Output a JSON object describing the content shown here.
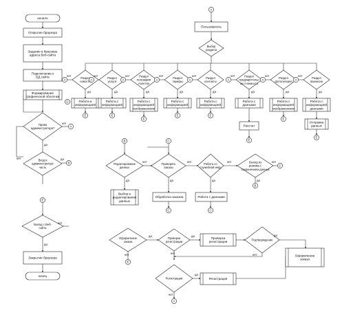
{
  "nodes": {
    "start": [
      "начало"
    ],
    "open_browser": [
      "Открытие браузера"
    ],
    "enter_address": [
      "Задание в браузере",
      "адреса Веб-сайта"
    ],
    "connect_db": [
      "Подключение к",
      "БД сайта"
    ],
    "form_graphics": [
      "Формирование",
      "графической оболочки"
    ],
    "admin_check": [
      "Права",
      "администратора?"
    ],
    "admin_part": [
      "Вход в",
      "администраторс",
      "часть"
    ],
    "user": [
      "Пользователь"
    ],
    "choose_section": [
      "Выбор",
      "раздела"
    ],
    "sec_news": [
      "Раздел",
      "новости"
    ],
    "sec_services": [
      "Раздел",
      "услуги"
    ],
    "sec_geo": [
      "Раздел",
      "география",
      "полетов"
    ],
    "sec_rates": [
      "Раздел",
      "тарифы"
    ],
    "sec_contacts": [
      "Раздел",
      "контакты"
    ],
    "sec_cost": [
      "Раздел",
      "предварительн",
      "ая стоимость"
    ],
    "sec_photo": [
      "Раздел",
      "фотогалерея"
    ],
    "sec_jobs": [
      "Раздел",
      "вакансии"
    ],
    "work_news": [
      "Работа и",
      "информацией"
    ],
    "work_services": [
      "Работа с",
      "информацией"
    ],
    "work_geo": [
      "Работа с",
      "информацией",
      "изображением"
    ],
    "work_rates": [
      "Работа с",
      "информацией"
    ],
    "work_contacts": [
      "Работа с",
      "информацией"
    ],
    "work_cost": [
      "Работа с",
      "данными"
    ],
    "calc": [
      "Рассчет"
    ],
    "work_photo": [
      "Работа с",
      "информацией",
      "изображением"
    ],
    "work_jobs": [
      "Работа с",
      "информацией",
      "данными"
    ],
    "send_data": [
      "Отправка",
      "данных"
    ],
    "exit_site": [
      "Выход с Веб-",
      "сайта"
    ],
    "close_browser": [
      "Закрытие браузера"
    ],
    "end": [
      "конец"
    ],
    "edit_data": [
      "Редактирование",
      "данных"
    ],
    "select_edit": [
      "Выбор и",
      "редактирование",
      "данных"
    ],
    "check_orders": [
      "Проверить",
      "заказы"
    ],
    "process_orders": [
      "Обработка заказов"
    ],
    "service_info": [
      "Работа со",
      "служебной инф."
    ],
    "work_data": [
      "Работа с данными"
    ],
    "exit_with_save": [
      "Выход из",
      "режима с",
      "сохранением данных"
    ],
    "make_order": [
      "Оформление",
      "заказа"
    ],
    "check_reg_q": [
      "Проверка",
      "регистрации"
    ],
    "check_reg": [
      "Проверка",
      "регистрации"
    ],
    "confirm": [
      "Подтверждение"
    ],
    "make_order_box": [
      "Оформление",
      "заказа"
    ],
    "registration_q": [
      "Регистрация"
    ],
    "registration": [
      "Регистрация"
    ]
  },
  "labels": {
    "yes": "да",
    "no": "нет"
  },
  "connectors": [
    "A",
    "B",
    "C",
    "D",
    "E"
  ]
}
